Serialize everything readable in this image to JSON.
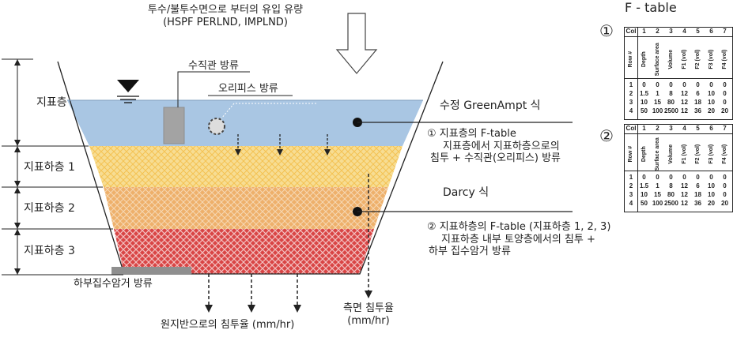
{
  "top_label": {
    "line1": "투수/불투수면으로 부터의 유입 유량",
    "line2": "(HSPF PERLND, IMPLND)"
  },
  "layers": {
    "surface": "지표층",
    "sub1": "지표하층 1",
    "sub2": "지표하층 2",
    "sub3": "지표하층 3"
  },
  "labels": {
    "vertical_pipe": "수직관 방류",
    "orifice": "오리피스 방류",
    "greenampt": "수정 GreenAmpt 식",
    "darcy": "Darcy 식",
    "underdrain": "하부집수암거 방류",
    "side_infiltration_1": "측면 침투율",
    "side_infiltration_2": "(mm/hr)",
    "base_infiltration": "원지반으로의 침투율 (mm/hr)"
  },
  "notes": {
    "note1_line1": "① 지표층의 F-table",
    "note1_line2": "지표층에서 지표하층으로의",
    "note1_line3": "침투 + 수직관(오리피스) 방류",
    "note2_line1": "② 지표하층의 F-table (지표하층 1, 2, 3)",
    "note2_line2": "지표하층 내부 토양층에서의 침투 +",
    "note2_line3": "하부 집수암거 방류"
  },
  "ftable_panel": {
    "title": "F - table",
    "marker1": "①",
    "marker2": "②"
  },
  "ftable1": {
    "headers": [
      "Col",
      "1",
      "2",
      "3",
      "4",
      "5",
      "6",
      "7"
    ],
    "col_names": [
      "Row #",
      "Depth",
      "Surface area",
      "Volume",
      "F1 (vol)",
      "F2 (vol)",
      "F3 (vol)",
      "F4 (vol)"
    ],
    "rows": [
      [
        "1",
        "0",
        "0",
        "0",
        "0",
        "0",
        "0",
        "0"
      ],
      [
        "2",
        "1.5",
        "1",
        "8",
        "12",
        "6",
        "10",
        "0"
      ],
      [
        "3",
        "10",
        "15",
        "80",
        "12",
        "18",
        "10",
        "0"
      ],
      [
        "4",
        "50",
        "100",
        "2500",
        "12",
        "36",
        "20",
        "20"
      ]
    ]
  },
  "ftable2": {
    "headers": [
      "Col",
      "1",
      "2",
      "3",
      "4",
      "5",
      "6",
      "7"
    ],
    "col_names": [
      "Row #",
      "Depth",
      "Surface area",
      "Volume",
      "F1 (vol)",
      "F2 (vol)",
      "F3 (vol)",
      "F4 (vol)"
    ],
    "rows": [
      [
        "1",
        "0",
        "0",
        "0",
        "0",
        "0",
        "0",
        "0"
      ],
      [
        "2",
        "1.5",
        "1",
        "8",
        "12",
        "6",
        "10",
        "0"
      ],
      [
        "3",
        "10",
        "15",
        "80",
        "12",
        "18",
        "10",
        "0"
      ],
      [
        "4",
        "50",
        "100",
        "2500",
        "12",
        "36",
        "20",
        "20"
      ]
    ]
  },
  "colors": {
    "water": "#a9c6e3",
    "yellow_layer": "#f6dc8e",
    "orange_layer": "#eaa35a",
    "red_layer": "#d74848",
    "pipe": "#a3a3a3",
    "line": "#222222"
  }
}
